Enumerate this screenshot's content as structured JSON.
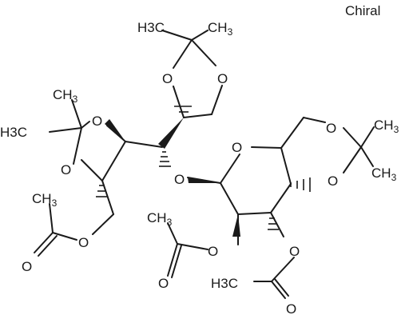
{
  "label": "Chiral",
  "atoms": {
    "o": "O",
    "ch3": "CH3",
    "h3c": "H3C"
  }
}
